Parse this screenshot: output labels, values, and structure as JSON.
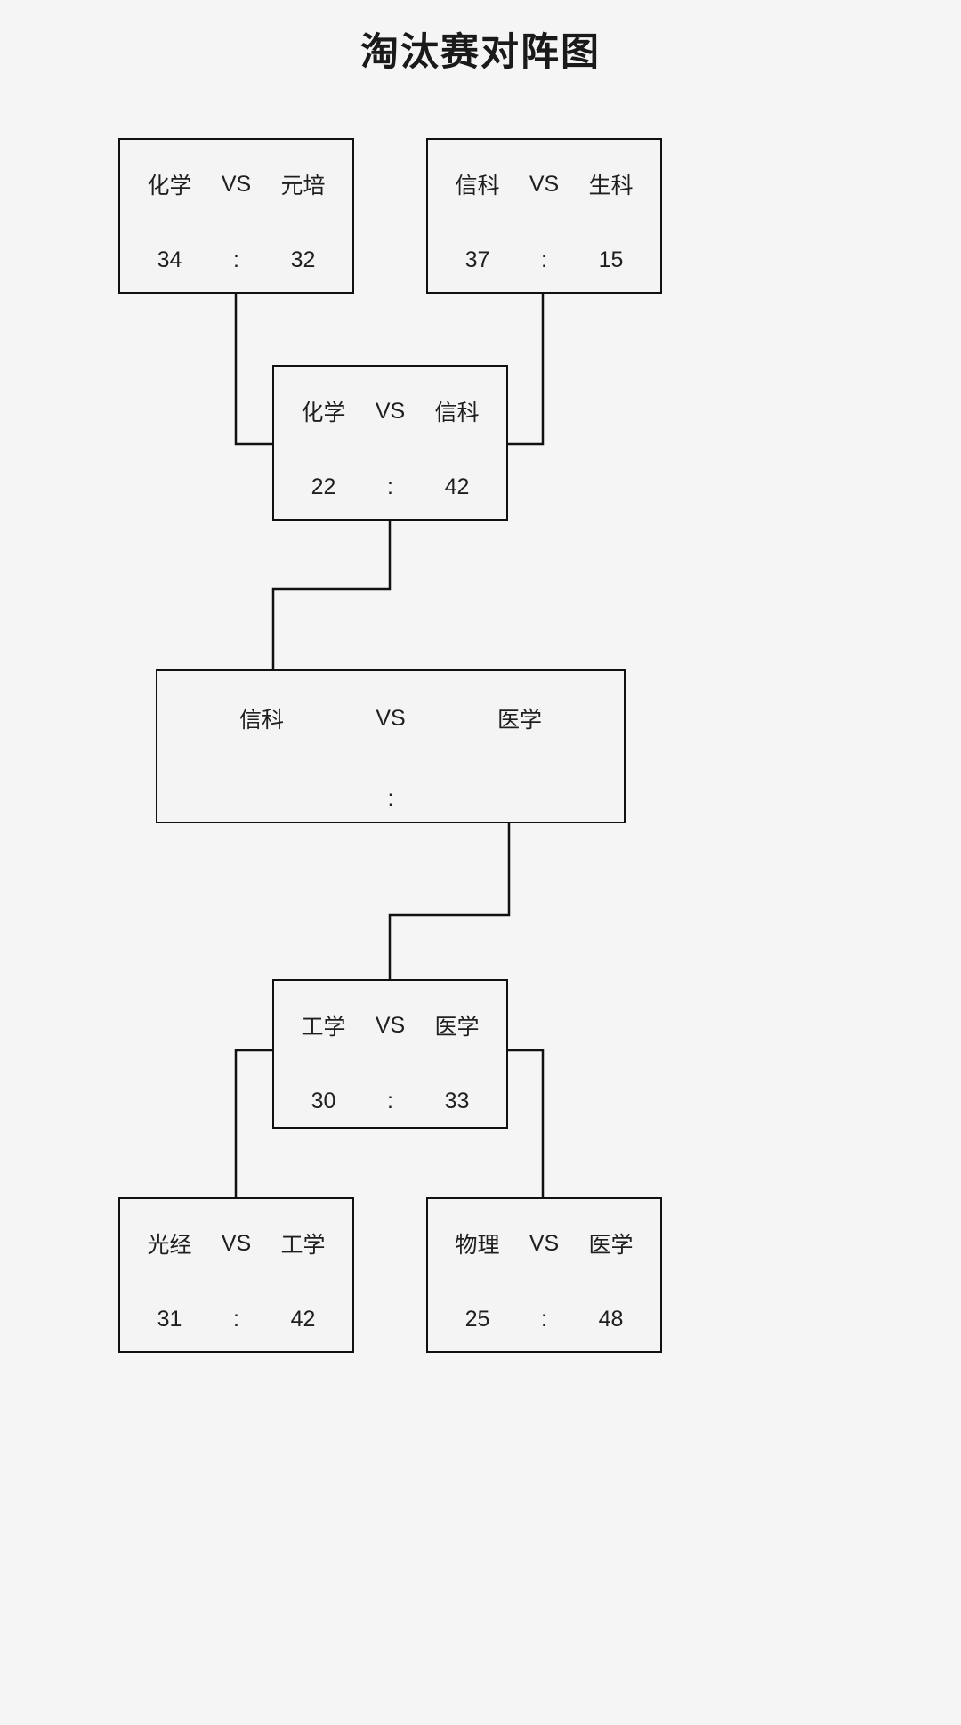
{
  "title": "淘汰赛对阵图",
  "vs_label": "VS",
  "score_separator": ":",
  "colors": {
    "background": "#f5f5f5",
    "box_fill": "#f4f4f4",
    "line": "#111111",
    "text": "#1f1f1f"
  },
  "matches": [
    {
      "id": "r1-chem-yuanpei",
      "team1": "化学",
      "team2": "元培",
      "score1": "34",
      "score2": "32"
    },
    {
      "id": "r1-xinke-shengke",
      "team1": "信科",
      "team2": "生科",
      "score1": "37",
      "score2": "15"
    },
    {
      "id": "r2-chem-xinke",
      "team1": "化学",
      "team2": "信科",
      "score1": "22",
      "score2": "42"
    },
    {
      "id": "final-xinke-yixue",
      "team1": "信科",
      "team2": "医学",
      "score1": "",
      "score2": ""
    },
    {
      "id": "r2-gongxue-yixue",
      "team1": "工学",
      "team2": "医学",
      "score1": "30",
      "score2": "33"
    },
    {
      "id": "r1-guangjing-gongxue",
      "team1": "光经",
      "team2": "工学",
      "score1": "31",
      "score2": "42"
    },
    {
      "id": "r1-wuli-yixue",
      "team1": "物理",
      "team2": "医学",
      "score1": "25",
      "score2": "48"
    }
  ]
}
